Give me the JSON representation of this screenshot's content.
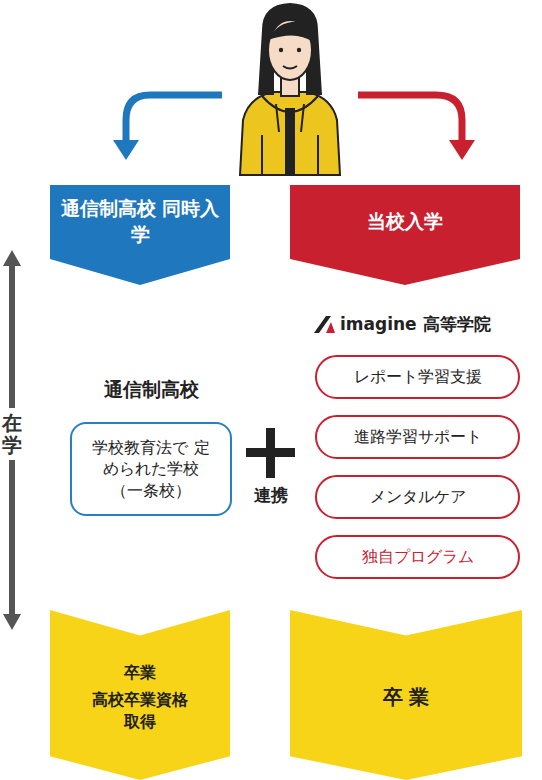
{
  "diagram": {
    "nodes": [
      {
        "text": [
          "通信制高校 同時入学"
        ]
      },
      {
        "text": [
          "当校入学"
        ]
      },
      {
        "text": [
          "学校教育法で 定められた学校 （一条校）"
        ]
      },
      {
        "text": [
          "レポート学習支援"
        ]
      },
      {
        "text": [
          "進路学習サポート"
        ]
      },
      {
        "text": [
          "メンタルケア"
        ]
      },
      {
        "text": [
          "独自プログラム"
        ]
      },
      {
        "text": [
          "卒業",
          "高校卒業資格 取得"
        ]
      },
      {
        "text": [
          "卒 業"
        ]
      }
    ],
    "labels": [
      "在学",
      "通信制高校",
      "imagine 高等学院",
      "連携"
    ]
  }
}
